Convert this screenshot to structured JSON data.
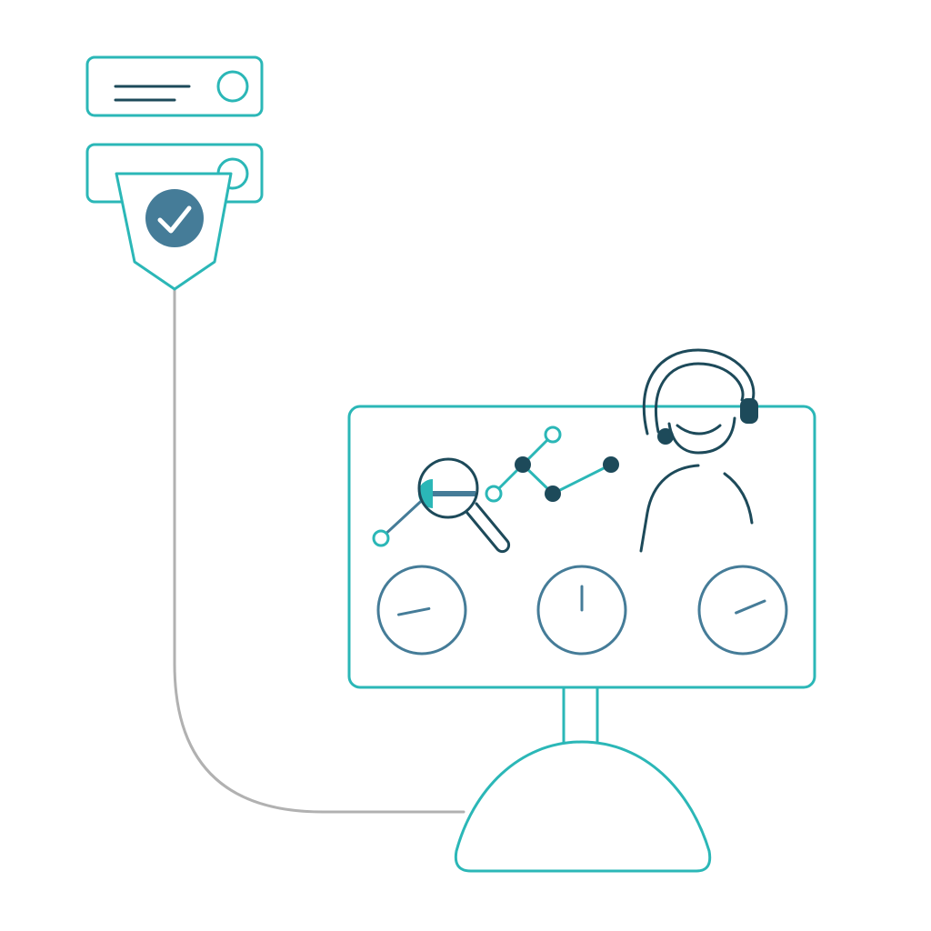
{
  "colors": {
    "background": "#ffffff",
    "teal": "#2bb7b7",
    "navy": "#1d4a5a",
    "steel": "#457c98",
    "connector": "#b1b1b1"
  },
  "icons": {
    "server_top": "server-unit-icon",
    "server_bottom": "server-unit-icon",
    "shield": "shield-check-icon",
    "monitor": "monitor-icon",
    "support_agent": "headset-agent-icon",
    "magnifier": "magnifying-glass-icon",
    "line_chart": "line-chart-icon",
    "gauges": [
      "gauge-icon",
      "gauge-icon",
      "gauge-icon"
    ]
  },
  "gauges": [
    {
      "level": 0.125
    },
    {
      "level": 0.5
    },
    {
      "level": 0.75
    }
  ]
}
